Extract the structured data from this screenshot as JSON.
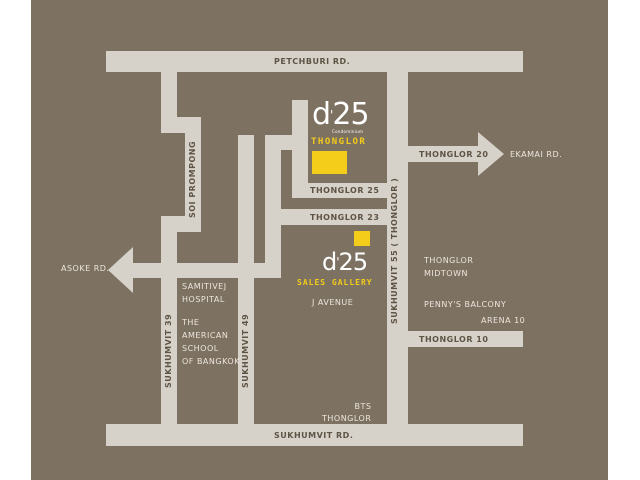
{
  "colors": {
    "background": "#7d7161",
    "road": "#d7d2c9",
    "road_text": "#5e5446",
    "label_text": "#e6e0d6",
    "accent_yellow": "#f4cc1a"
  },
  "roads": {
    "petchburi": "PETCHBURI RD.",
    "sukhumvit": "SUKHUMVIT RD.",
    "soi_prompong": "SOI PROMPONG",
    "sukhumvit_39": "SUKHUMVIT 39",
    "sukhumvit_49": "SUKHUMVIT 49",
    "sukhumvit_55": "SUKHUMVIT 55 ( THONGLOR )",
    "thonglor_20": "THONGLOR 20",
    "thonglor_25": "THONGLOR 25",
    "thonglor_23": "THONGLOR 23",
    "thonglor_10": "THONGLOR 10"
  },
  "directions": {
    "asoke": "ASOKE RD.",
    "ekamai": "EKAMAI RD."
  },
  "places": {
    "samitivej": [
      "SAMITIVEJ",
      "HOSPITAL"
    ],
    "american_school": [
      "THE",
      "AMERICAN",
      "SCHOOL",
      "OF BANGKOK"
    ],
    "j_avenue": "J AVENUE",
    "thonglor_midtown": [
      "THONGLOR",
      "MIDTOWN"
    ],
    "pennys_balcony": "PENNY'S BALCONY",
    "arena_10": "ARENA 10",
    "bts_thonglor": [
      "BTS",
      "THONGLOR"
    ]
  },
  "project": {
    "brand_main": "d",
    "brand_sup": "'",
    "brand_num": "25",
    "brand_sub": "Condominium",
    "location_name": "THONGLOR"
  },
  "gallery": {
    "brand_main": "d",
    "brand_sup": "'",
    "brand_num": "25",
    "label": "SALES GALLERY"
  }
}
